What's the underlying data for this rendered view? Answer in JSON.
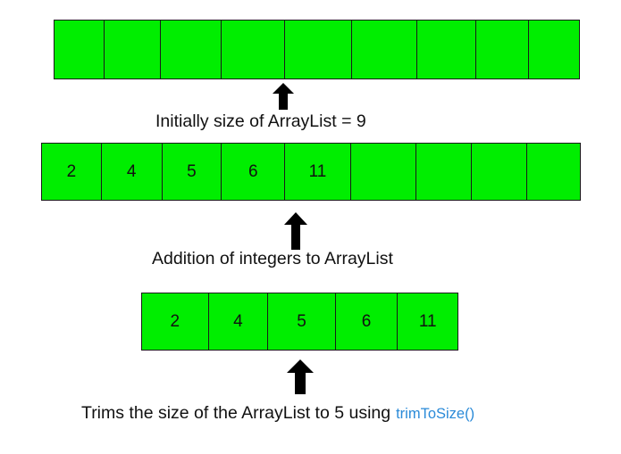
{
  "rows": [
    {
      "cells": [
        "",
        "",
        "",
        "",
        "",
        "",
        "",
        "",
        ""
      ]
    },
    {
      "cells": [
        "2",
        "4",
        "5",
        "6",
        "11",
        "",
        "",
        "",
        ""
      ]
    },
    {
      "cells": [
        "2",
        "4",
        "5",
        "6",
        "11"
      ]
    }
  ],
  "captions": {
    "initial": "Initially size of ArrayList = 9",
    "addition": "Addition of integers to ArrayList",
    "trim_prefix": "Trims the size of the ArrayList to 5 using",
    "trim_method": "trimToSize()"
  },
  "colors": {
    "cell_fill": "#00ee00",
    "cell_border": "#1a1a1a",
    "arrow": "#000000",
    "method_text": "#2a8ad8"
  },
  "icons": [
    "up-arrow-icon"
  ]
}
